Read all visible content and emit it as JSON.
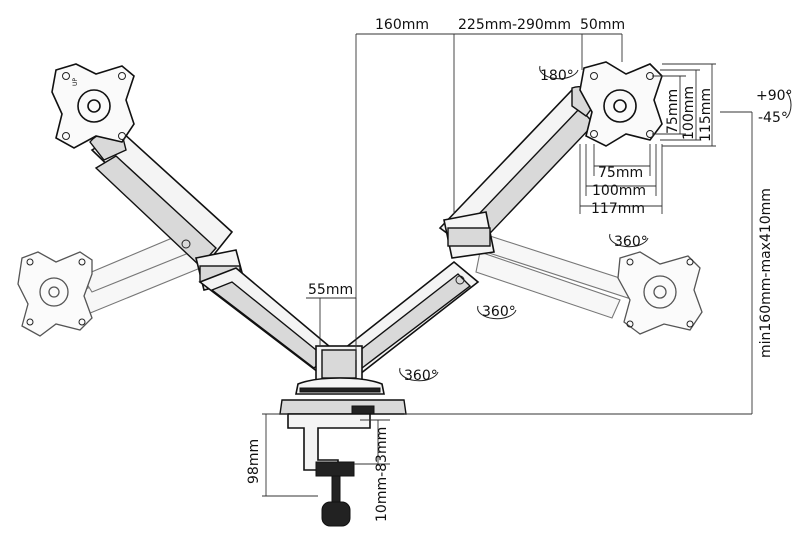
{
  "dimensions": {
    "arm_reach_160": "160mm",
    "arm_range": "225mm-290mm",
    "plate_offset_50": "50mm",
    "vesa_75_h": "75mm",
    "vesa_100_h": "100mm",
    "vesa_117_h": "117mm",
    "vesa_75_v": "75mm",
    "vesa_100_v": "100mm",
    "vesa_115_v": "115mm",
    "pole_55": "55mm",
    "height_range": "min160mm-max410mm",
    "clamp_98": "98mm",
    "clamp_range": "10mm-83mm"
  },
  "rotations": {
    "rot_180": "180°",
    "rot_360_a": "360°",
    "rot_360_b": "360°",
    "rot_360_c": "360°",
    "tilt_up": "+90°",
    "tilt_down": "-45°"
  },
  "plate_marks": {
    "up_mark": "UP"
  }
}
